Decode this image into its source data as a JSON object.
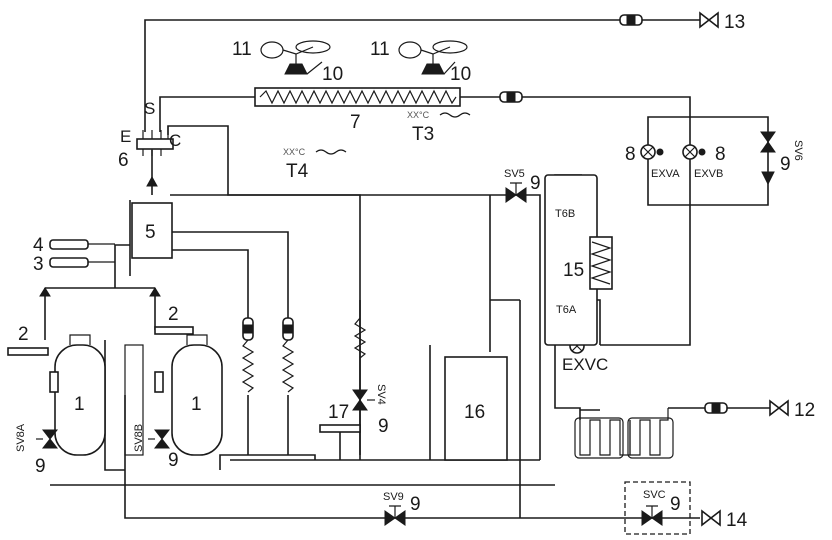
{
  "components": {
    "compressor_1": "1",
    "compressor_2": "1",
    "accumulator_a": "2",
    "accumulator_b": "2",
    "pressure_switch_3": "3",
    "pressure_switch_4": "4",
    "oil_separator": "5",
    "four_way_valve": "6",
    "four_way_port_s": "S",
    "four_way_port_e": "E",
    "four_way_port_c": "C",
    "condenser": "7",
    "exv_8a": "8",
    "exv_8b": "8",
    "exv_8c": "8",
    "fan_11a": "11",
    "fan_11b": "11",
    "fan_motor_10a": "10",
    "fan_motor_10b": "10",
    "valve_12": "12",
    "valve_13": "13",
    "valve_14": "14",
    "plate_hex": "15",
    "liquid_receiver": "16",
    "pressure_sensor_17": "17"
  },
  "solenoid_valves": {
    "sv4": "SV4",
    "sv5": "SV5",
    "sv6": "SV6",
    "sv8a": "SV8A",
    "sv8b": "SV8B",
    "sv9": "SV9",
    "svc": "SVC",
    "num": "9"
  },
  "expansion_valves": {
    "exva": "EXVA",
    "exvb": "EXVB",
    "exvc": "EXVC"
  },
  "sensors": {
    "t3": "T3",
    "t4": "T4",
    "t6a": "T6A",
    "t6b": "T6B",
    "temp_reading": "XX°C"
  }
}
